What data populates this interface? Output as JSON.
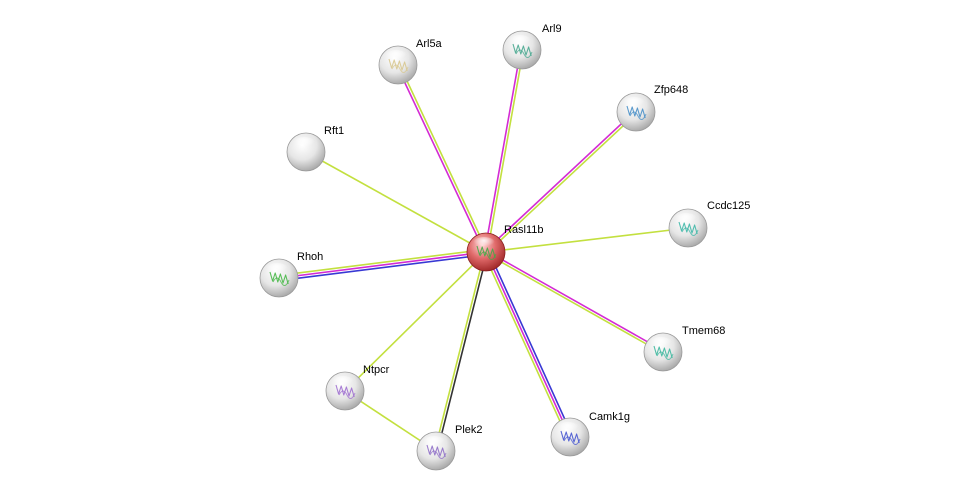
{
  "network": {
    "colors": {
      "textmining": "#c3e03f",
      "experiments": "#d42bd4",
      "database": "#3838d4",
      "coexpression": "#333333",
      "query_node": "#e04848",
      "partner_node": "#d8d8d8"
    },
    "center": {
      "id": "Rasl11b",
      "label": "Rasl11b"
    },
    "nodes": [
      {
        "id": "Arl5a",
        "label": "Arl5a",
        "structure_color": "#d8c890"
      },
      {
        "id": "Arl9",
        "label": "Arl9",
        "structure_color": "#4aa890"
      },
      {
        "id": "Zfp648",
        "label": "Zfp648",
        "structure_color": "#4a90c8"
      },
      {
        "id": "Rft1",
        "label": "Rft1",
        "structure_color": ""
      },
      {
        "id": "Ccdc125",
        "label": "Ccdc125",
        "structure_color": "#40b8a8"
      },
      {
        "id": "Rhoh",
        "label": "Rhoh",
        "structure_color": "#48b848"
      },
      {
        "id": "Tmem68",
        "label": "Tmem68",
        "structure_color": "#40b8a0"
      },
      {
        "id": "Ntpcr",
        "label": "Ntpcr",
        "structure_color": "#a070d0"
      },
      {
        "id": "Plek2",
        "label": "Plek2",
        "structure_color": "#9070c8"
      },
      {
        "id": "Camk1g",
        "label": "Camk1g",
        "structure_color": "#4858d0"
      }
    ],
    "edges": [
      {
        "from": "Rasl11b",
        "to": "Arl5a",
        "channels": [
          "experiments",
          "textmining"
        ]
      },
      {
        "from": "Rasl11b",
        "to": "Arl9",
        "channels": [
          "experiments",
          "textmining"
        ]
      },
      {
        "from": "Rasl11b",
        "to": "Zfp648",
        "channels": [
          "experiments",
          "textmining"
        ]
      },
      {
        "from": "Rasl11b",
        "to": "Rft1",
        "channels": [
          "textmining"
        ]
      },
      {
        "from": "Rasl11b",
        "to": "Ccdc125",
        "channels": [
          "textmining"
        ]
      },
      {
        "from": "Rasl11b",
        "to": "Rhoh",
        "channels": [
          "database",
          "experiments",
          "textmining"
        ]
      },
      {
        "from": "Rasl11b",
        "to": "Tmem68",
        "channels": [
          "experiments",
          "textmining"
        ]
      },
      {
        "from": "Rasl11b",
        "to": "Ntpcr",
        "channels": [
          "textmining"
        ]
      },
      {
        "from": "Rasl11b",
        "to": "Plek2",
        "channels": [
          "coexpression",
          "textmining"
        ]
      },
      {
        "from": "Rasl11b",
        "to": "Camk1g",
        "channels": [
          "database",
          "experiments",
          "textmining"
        ]
      },
      {
        "from": "Ntpcr",
        "to": "Plek2",
        "channels": [
          "textmining"
        ]
      }
    ]
  }
}
